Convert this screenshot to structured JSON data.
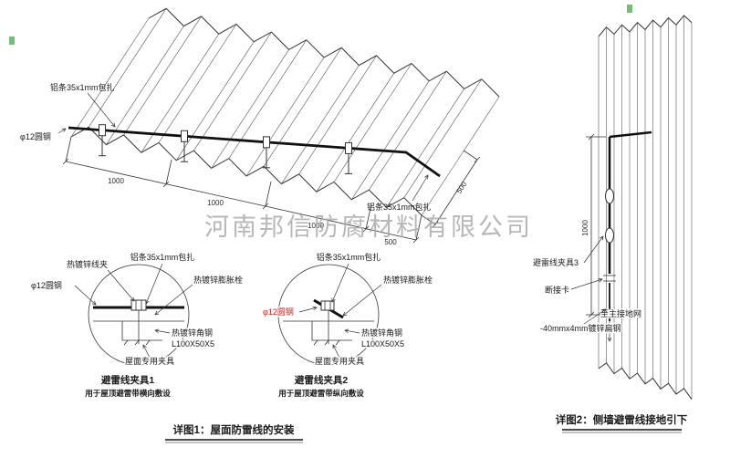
{
  "watermark": "河南邦信防腐材料有限公司",
  "colors": {
    "accent_red": "#c22222",
    "line": "#333333",
    "watermark_gray": "#a6a6a6"
  },
  "roof": {
    "label_strip_left": "铝条35x1mm包扎",
    "label_strip_right": "铝条35x1mm包扎",
    "label_round_steel": "φ12圆钢",
    "dim_1": "1000",
    "dim_2": "1000",
    "dim_3": "1000",
    "dim_4": "500",
    "dim_right": "500"
  },
  "clamp1": {
    "title": "避雷线夹具1",
    "subtitle": "用于屋顶避雷带横向敷设",
    "label_wire_clip": "热镀锌线夹",
    "label_strip": "铝条35x1mm包扎",
    "label_bolt": "热镀锌膨胀栓",
    "label_round_steel": "φ12圆钢",
    "label_angle": "热镀锌角钢",
    "label_angle_size": "L100X50X5",
    "label_fixture": "屋面专用夹具"
  },
  "clamp2": {
    "title": "避雷线夹具2",
    "subtitle": "用于屋顶避雷带纵向敷设",
    "label_strip": "铝条35x1mm包扎",
    "label_bolt": "热镀锌膨胀栓",
    "label_round_steel": "φ12圆钢",
    "label_angle": "热镀锌角钢",
    "label_angle_size": "L100X50X5",
    "label_fixture": "屋面专用夹具"
  },
  "wall": {
    "label_clamp3": "避雷线夹具3",
    "label_disconnect": "断接卡",
    "label_to_ground": "至主接地网",
    "label_flat_steel": "-40mmx4mm镀锌扁钢",
    "dim": "1000"
  },
  "captions": {
    "detail1": "详图1：屋面防雷线的安装",
    "detail2": "详图2：侧墙避雷线接地引下"
  }
}
